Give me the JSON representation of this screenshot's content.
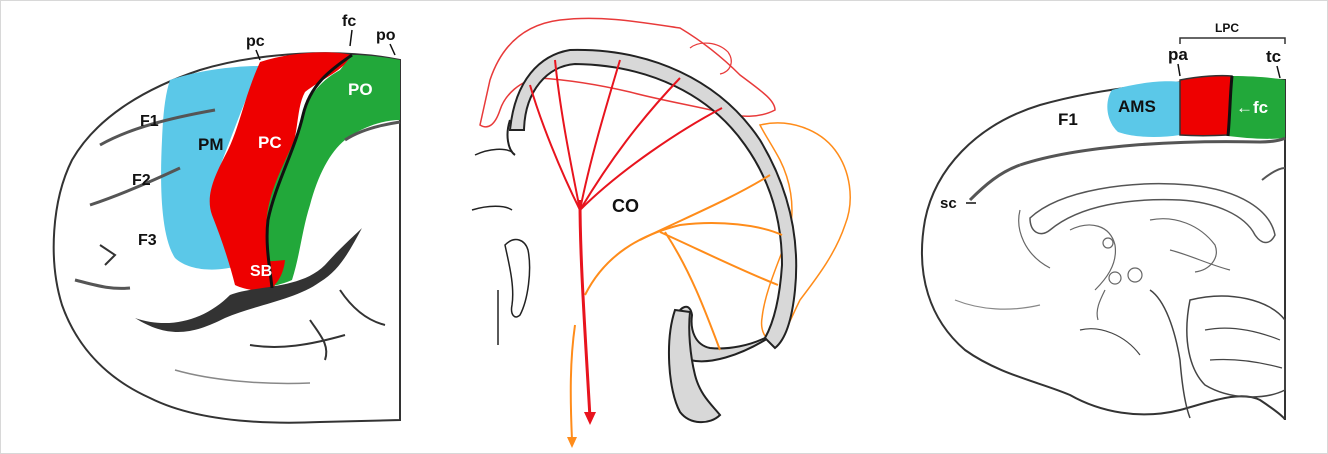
{
  "panels": {
    "lateral": {
      "regions": {
        "pm": "PM",
        "pc": "PC",
        "po": "PO",
        "sb": "SB"
      },
      "gyri": {
        "f1": "F1",
        "f2": "F2",
        "f3": "F3"
      },
      "sulci": {
        "pc": "pc",
        "fc": "fc",
        "po": "po"
      }
    },
    "coronal": {
      "label": "CO"
    },
    "medial": {
      "regions": {
        "ams": "AMS",
        "fc": "←fc"
      },
      "gyri": {
        "f1": "F1"
      },
      "sulci": {
        "sc": "sc",
        "pa": "pa",
        "tc": "tc"
      },
      "bracket": "LPC"
    }
  },
  "colors": {
    "premotor": "#5bc8e8",
    "precentral": "#ee0000",
    "postcentral": "#22a83a",
    "sulcus": "#333333",
    "projection_red": "#e8141e",
    "projection_orange": "#ff8c1a",
    "homunculus_red": "#e83a3a",
    "homunculus_orange": "#ff8c1a"
  }
}
